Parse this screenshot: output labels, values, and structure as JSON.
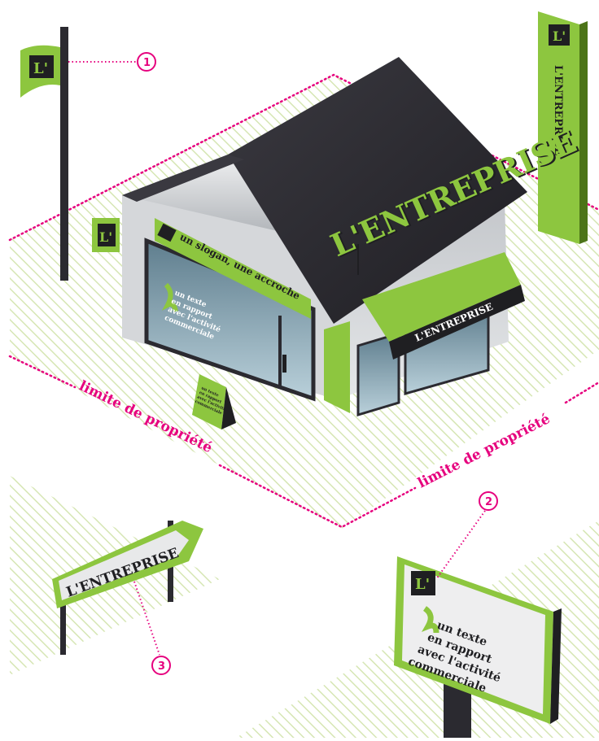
{
  "colors": {
    "green": "#8dc63f",
    "dark_green": "#5f8f1f",
    "magenta": "#e6007e",
    "roof": "#2b2a30",
    "wall": "#d5d7da",
    "glass": "#8fb0c0",
    "ink": "#1f1f22",
    "hatch": "#d6e6b4"
  },
  "brand": {
    "logo": "L'",
    "name": "L'ENTREPRISE"
  },
  "signs": {
    "slogan": "un slogan, une accroche",
    "window_text": [
      "un texte",
      "en rapport",
      "avec l'activité",
      "commerciale"
    ],
    "board_text": [
      "un texte",
      "en rapport",
      "avec l'activité",
      "commerciale"
    ],
    "aframe_text": [
      "un texte",
      "en rapport",
      "avec l'activité",
      "commerciale"
    ]
  },
  "labels": {
    "property_limit_left": "limite de propriété",
    "property_limit_right": "limite de propriété"
  },
  "callouts": {
    "one": "1",
    "two": "2",
    "three": "3"
  },
  "icons": {
    "logo_mark": "logo-l-mark-icon",
    "flag": "flag-icon",
    "arrow_sign": "arrow-sign-icon"
  }
}
